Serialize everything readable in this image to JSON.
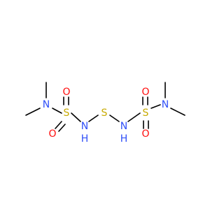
{
  "molecule": {
    "atoms": {
      "n_left": "N",
      "s_left": "S",
      "o_left_top": "O",
      "o_left_bottom": "O",
      "n_left_nh": "N",
      "h_left_nh": "H",
      "s_center": "S",
      "n_right_nh": "N",
      "h_right_nh": "H",
      "s_right": "S",
      "o_right_top": "O",
      "o_right_bottom": "O",
      "n_right": "N"
    },
    "colors": {
      "nitrogen": "#3050f8",
      "oxygen": "#ff0d0d",
      "sulfur": "#c8aa00",
      "bond": "#000000",
      "background": "#ffffff"
    }
  }
}
